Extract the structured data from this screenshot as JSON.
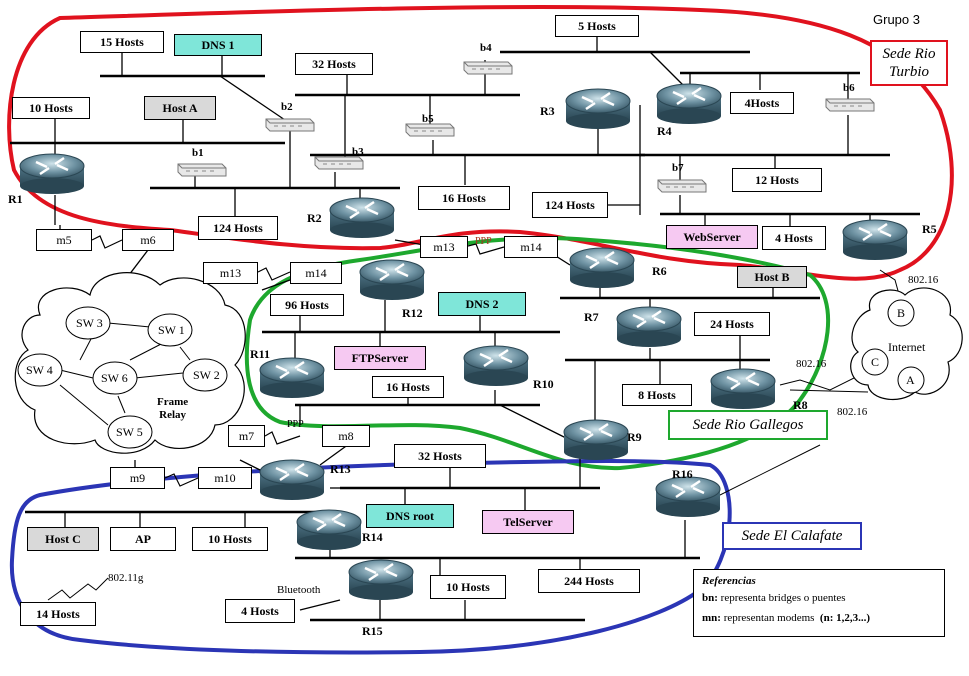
{
  "group_title": "Grupo 3",
  "sedes": {
    "rio_turbio": "Sede Rio Turbio",
    "rio_gallegos": "Sede Rio Gallegos",
    "el_calafate": "Sede El Calafate"
  },
  "colors": {
    "rio_turbio": "#e0121e",
    "rio_gallegos": "#1ea82e",
    "el_calafate": "#2b35b5",
    "dns": "#7fe6d9",
    "server": "#f6c9f2",
    "host": "#d9d9d9"
  },
  "host_labels": {
    "h15": "15 Hosts",
    "h5": "5 Hosts",
    "h32a": "32 Hosts",
    "h10a": "10 Hosts",
    "h4a": "4Hosts",
    "h12": "12 Hosts",
    "h16a": "16 Hosts",
    "h124a": "124 Hosts",
    "h124b": "124 Hosts",
    "h4b": "4 Hosts",
    "h96": "96 Hosts",
    "h24": "24 Hosts",
    "h16b": "16 Hosts",
    "h8": "8 Hosts",
    "h32b": "32 Hosts",
    "h10b": "10 Hosts",
    "h10c": "10 Hosts",
    "h244": "244 Hosts",
    "h14": "14 Hosts",
    "h4c": "4 Hosts"
  },
  "servers": {
    "dns1": "DNS 1",
    "dns2": "DNS 2",
    "dnsroot": "DNS root",
    "webserver": "WebServer",
    "ftpserver": "FTPServer",
    "telserver": "TelServer",
    "hosta": "Host A",
    "hostb": "Host B",
    "hostc": "Host C",
    "ap": "AP"
  },
  "routers": [
    "R1",
    "R2",
    "R3",
    "R4",
    "R5",
    "R6",
    "R7",
    "R8",
    "R9",
    "R10",
    "R11",
    "R12",
    "R13",
    "R14",
    "R15",
    "R16"
  ],
  "bridges": [
    "b1",
    "b2",
    "b3",
    "b4",
    "b5",
    "b6",
    "b7"
  ],
  "modems": [
    "m5",
    "m6",
    "m13",
    "m14",
    "m13",
    "m14",
    "m7",
    "m8",
    "m9",
    "m10"
  ],
  "switches": [
    "SW 3",
    "SW 1",
    "SW 4",
    "SW 6",
    "SW 2",
    "SW 5"
  ],
  "cloud_labels": {
    "frame_relay": "Frame\nRelay",
    "internet": "Internet",
    "b": "B",
    "c": "C",
    "a": "A"
  },
  "link_labels": {
    "ppp1": "PPP",
    "ppp2": "PPP",
    "wimax1": "802.16",
    "wimax2": "802.16",
    "wimax3": "802.16",
    "wifi": "802.11g",
    "bluetooth": "Bluetooth"
  },
  "references": {
    "title": "Referencias",
    "line1_key": "bn:",
    "line1_text": "representa bridges o puentes",
    "line2_key": "mn:",
    "line2_text": "representan modems",
    "line2_note": "(n: 1,2,3...)"
  }
}
